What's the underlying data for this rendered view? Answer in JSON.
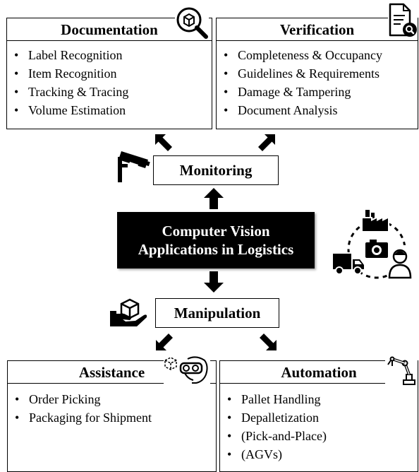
{
  "center": {
    "line1": "Computer Vision",
    "line2": "Applications in Logistics"
  },
  "monitoring": {
    "label": "Monitoring"
  },
  "manipulation": {
    "label": "Manipulation"
  },
  "documentation": {
    "title": "Documentation",
    "icon": "box-magnifier-icon",
    "items": [
      "Label Recognition",
      "Item Recognition",
      "Tracking & Tracing",
      "Volume Estimation"
    ]
  },
  "verification": {
    "title": "Verification",
    "icon": "document-search-icon",
    "items": [
      "Completeness & Occupancy",
      "Guidelines & Requirements",
      "Damage & Tampering",
      "Document Analysis"
    ]
  },
  "assistance": {
    "title": "Assistance",
    "icon": "vr-headset-icon",
    "items": [
      "Order Picking",
      "Packaging for Shipment"
    ]
  },
  "automation": {
    "title": "Automation",
    "icon": "robot-arm-icon",
    "items": [
      "Pallet Handling",
      "Depalletization",
      "(Pick-and-Place)",
      "(AGVs)"
    ]
  },
  "colors": {
    "center_bg": "#000000",
    "line": "#000000",
    "background": "#ffffff"
  }
}
